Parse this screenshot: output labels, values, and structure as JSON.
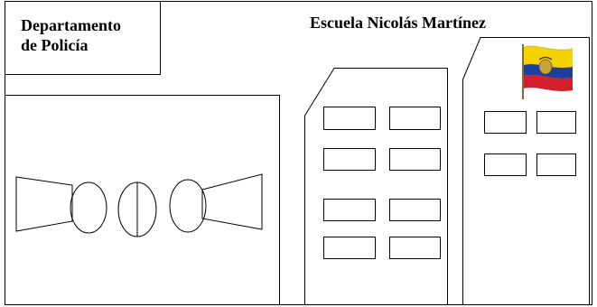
{
  "labels": {
    "police_line1": "Departamento",
    "police_line2": "de Policía",
    "school": "Escuela Nicolás Martínez"
  },
  "icons": {
    "flag": "ecuador-flag-icon"
  },
  "colors": {
    "stroke": "#000000",
    "background": "#ffffff",
    "flag_yellow": "#f4d100",
    "flag_blue": "#1f3f9c",
    "flag_red": "#d21f2b"
  }
}
